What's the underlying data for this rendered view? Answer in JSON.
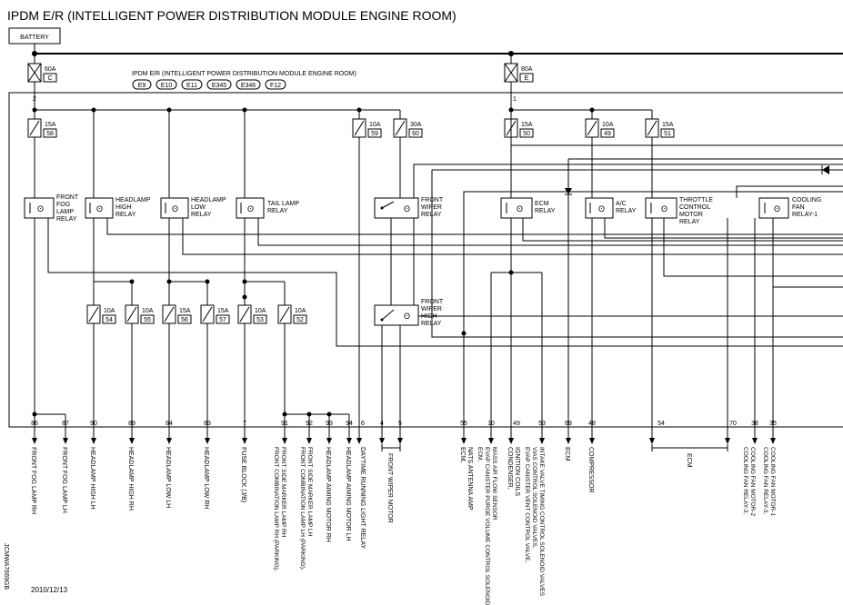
{
  "title": "IPDM E/R (INTELLIGENT POWER DISTRIBUTION MODULE ENGINE ROOM)",
  "battery_label": "BATTERY",
  "module_label": "IPDM E/R (INTELLIGENT POWER DISTRIBUTION MODULE ENGINE ROOM)",
  "connectors": [
    "E9",
    "E10",
    "E11",
    "E345",
    "E346",
    "F12"
  ],
  "main_fuses": [
    {
      "amp": "60A",
      "id": "C",
      "pin": "2"
    },
    {
      "amp": "80A",
      "id": "E",
      "pin": "1"
    }
  ],
  "top_fuses": [
    {
      "amp": "15A",
      "id": "58"
    },
    {
      "amp": "10A",
      "id": "59"
    },
    {
      "amp": "30A",
      "id": "60"
    },
    {
      "amp": "15A",
      "id": "50"
    },
    {
      "amp": "10A",
      "id": "49"
    },
    {
      "amp": "15A",
      "id": "51"
    }
  ],
  "relays": [
    {
      "line1": "FRONT",
      "line2": "FOG",
      "line3": "LAMP",
      "line4": "RELAY"
    },
    {
      "line1": "HEADLAMP",
      "line2": "HIGH",
      "line3": "RELAY",
      "line4": ""
    },
    {
      "line1": "HEADLAMP",
      "line2": "LOW",
      "line3": "RELAY",
      "line4": ""
    },
    {
      "line1": "TAIL LAMP",
      "line2": "RELAY",
      "line3": "",
      "line4": ""
    },
    {
      "line1": "FRONT",
      "line2": "WIPER",
      "line3": "RELAY",
      "line4": ""
    },
    {
      "line1": "ECM",
      "line2": "RELAY",
      "line3": "",
      "line4": ""
    },
    {
      "line1": "A/C",
      "line2": "RELAY",
      "line3": "",
      "line4": ""
    },
    {
      "line1": "THROTTLE",
      "line2": "CONTROL",
      "line3": "MOTOR",
      "line4": "RELAY"
    },
    {
      "line1": "COOLING",
      "line2": "FAN",
      "line3": "RELAY-1",
      "line4": ""
    },
    {
      "line1": "FRONT",
      "line2": "WIPER",
      "line3": "HIGH",
      "line4": "RELAY"
    }
  ],
  "lower_fuses": [
    {
      "amp": "10A",
      "id": "54"
    },
    {
      "amp": "10A",
      "id": "55"
    },
    {
      "amp": "15A",
      "id": "56"
    },
    {
      "amp": "15A",
      "id": "57"
    },
    {
      "amp": "10A",
      "id": "53"
    },
    {
      "amp": "10A",
      "id": "52"
    }
  ],
  "outputs": [
    {
      "pin": "86",
      "label": "FRONT FOG LAMP RH"
    },
    {
      "pin": "87",
      "label": "FRONT FOG LAMP LH"
    },
    {
      "pin": "90",
      "label": "HEADLAMP HIGH LH"
    },
    {
      "pin": "89",
      "label": "HEADLAMP HIGH RH"
    },
    {
      "pin": "84",
      "label": "HEADLAMP LOW LH"
    },
    {
      "pin": "83",
      "label": "HEADLAMP LOW RH"
    },
    {
      "pin": "7",
      "label": "FUSE BLOCK (J/B)"
    },
    {
      "pin": "91",
      "label": "FRONT COMBINATION LAMP RH (PARKING), FRONT SIDE MARKER LAMP RH"
    },
    {
      "pin": "92",
      "label": "FRONT COMBINATION LAMP LH (PARKING), FRONT SIDE MARKER LAMP LH"
    },
    {
      "pin": "93",
      "label": "HEADLAMP AIMING MOTOR RH"
    },
    {
      "pin": "94",
      "label": "HEADLAMP AIMING MOTOR LH"
    },
    {
      "pin": "6",
      "label": "DAYTIME RUNNING LIGHT RELAY"
    },
    {
      "pin": "4",
      "label": ""
    },
    {
      "pin": "5",
      "label": ""
    },
    {
      "pin": "55",
      "label": "ECM, NATS ANTENNA AMP"
    },
    {
      "pin": "10",
      "label": "ECM, EVAP CANISTER PURGE VOLUME CONTROL SOLENOID VALVE, MASS AIR FLOW SENSOR"
    },
    {
      "pin": "49",
      "label": "CONDENSER, IGNITION COILS"
    },
    {
      "pin": "53",
      "label": "EVAP CANISTER VENT CONTROL VALVE, VIAS CONTROL SOLENOID VALVES, INTAKE VALVE TIMING CONTROL SOLENOID VALVES"
    },
    {
      "pin": "69",
      "label": "ECM"
    },
    {
      "pin": "48",
      "label": "COMPRESSOR"
    },
    {
      "pin": "54",
      "label": ""
    },
    {
      "pin": "70",
      "label": ""
    },
    {
      "pin": "38",
      "label": "COOLING FAN RELAY-3, COOLING FAN MOTOR-2"
    },
    {
      "pin": "35",
      "label": "COOLING FAN RELAY-3, COOLING FAN MOTOR-1"
    }
  ],
  "group_labels": {
    "front_wiper_motor": "FRONT WIPER MOTOR",
    "ecm": "ECM"
  },
  "side_code": "JCMWA7669GB",
  "date": "2010/12/13"
}
